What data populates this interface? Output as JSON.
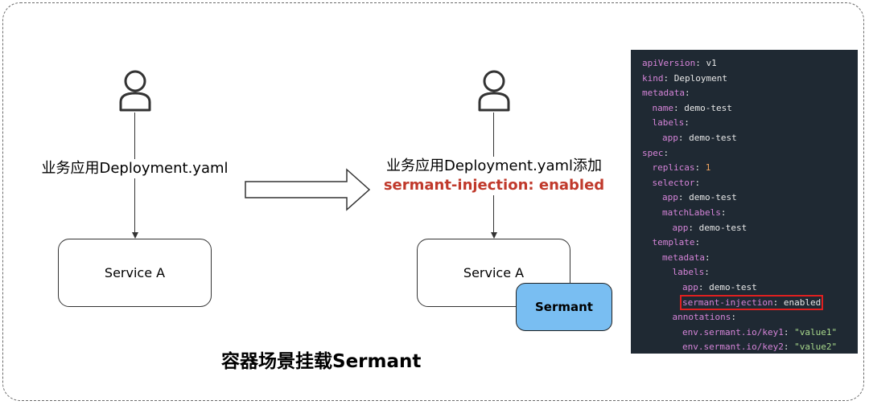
{
  "left_panel": {
    "label": "业务应用Deployment.yaml",
    "service_label": "Service A"
  },
  "right_panel": {
    "label_line1": "业务应用Deployment.yaml添加",
    "label_line2": "sermant-injection: enabled",
    "service_label": "Service A",
    "sermant_label": "Sermant"
  },
  "caption": "容器场景挂载Sermant",
  "colors": {
    "highlight_red": "#c0392b",
    "sermant_blue": "#79bef2",
    "code_bg": "#1f2933"
  },
  "icons": [
    "user-icon",
    "right-arrow-icon"
  ],
  "code_lines": [
    {
      "key": "apiVersion",
      "value": "v1",
      "value_type": "plain",
      "indent": 0
    },
    {
      "key": "kind",
      "value": "Deployment",
      "value_type": "plain",
      "indent": 0
    },
    {
      "key": "metadata",
      "value": "",
      "value_type": "plain",
      "indent": 0
    },
    {
      "key": "name",
      "value": "demo-test",
      "value_type": "plain",
      "indent": 1
    },
    {
      "key": "labels",
      "value": "",
      "value_type": "plain",
      "indent": 1
    },
    {
      "key": "app",
      "value": "demo-test",
      "value_type": "plain",
      "indent": 2
    },
    {
      "key": "spec",
      "value": "",
      "value_type": "plain",
      "indent": 0
    },
    {
      "key": "replicas",
      "value": "1",
      "value_type": "number",
      "indent": 1
    },
    {
      "key": "selector",
      "value": "",
      "value_type": "plain",
      "indent": 1
    },
    {
      "key": "app",
      "value": "demo-test",
      "value_type": "plain",
      "indent": 2
    },
    {
      "key": "matchLabels",
      "value": "",
      "value_type": "plain",
      "indent": 2
    },
    {
      "key": "app",
      "value": "demo-test",
      "value_type": "plain",
      "indent": 3
    },
    {
      "key": "template",
      "value": "",
      "value_type": "plain",
      "indent": 1
    },
    {
      "key": "metadata",
      "value": "",
      "value_type": "plain",
      "indent": 2
    },
    {
      "key": "labels",
      "value": "",
      "value_type": "plain",
      "indent": 3
    },
    {
      "key": "app",
      "value": "demo-test",
      "value_type": "plain",
      "indent": 4
    },
    {
      "key": "sermant-injection",
      "value": "enabled",
      "value_type": "plain",
      "indent": 4,
      "highlight": true
    },
    {
      "key": "annotations",
      "value": "",
      "value_type": "plain",
      "indent": 3
    },
    {
      "key": "env.sermant.io/key1",
      "value": "\"value1\"",
      "value_type": "string",
      "indent": 4
    },
    {
      "key": "env.sermant.io/key2",
      "value": "\"value2\"",
      "value_type": "string",
      "indent": 4
    }
  ]
}
